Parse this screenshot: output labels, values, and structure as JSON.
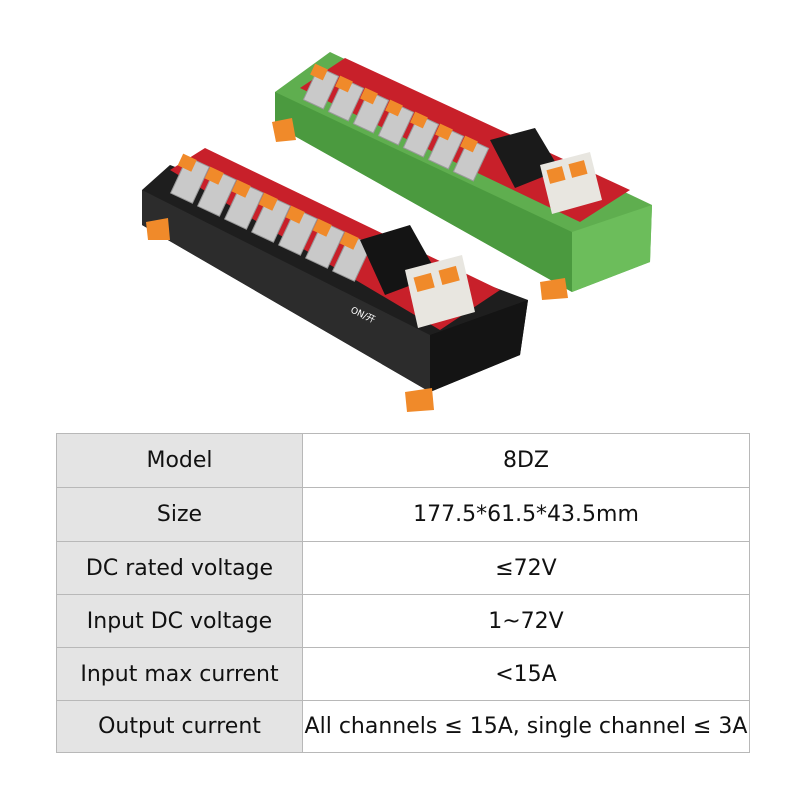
{
  "product_photo": {
    "description_icon": "power-distribution-board-icon",
    "switch_label": "ON/开",
    "colors": {
      "green_housing": "#5fae4f",
      "black_housing": "#1e1e1e",
      "red_pcb": "#c8202a",
      "orange_lever": "#f08a2a",
      "grey_terminal": "#bfbfbf"
    }
  },
  "specs": {
    "rows": [
      {
        "label": "Model",
        "value": "8DZ"
      },
      {
        "label": "Size",
        "value": "177.5*61.5*43.5mm"
      },
      {
        "label": "DC rated voltage",
        "value": "≤72V"
      },
      {
        "label": "Input DC voltage",
        "value": "1~72V"
      },
      {
        "label": "Input max current",
        "value": "<15A"
      },
      {
        "label": "Output current",
        "value": "All channels ≤ 15A, single channel ≤ 3A"
      }
    ]
  }
}
